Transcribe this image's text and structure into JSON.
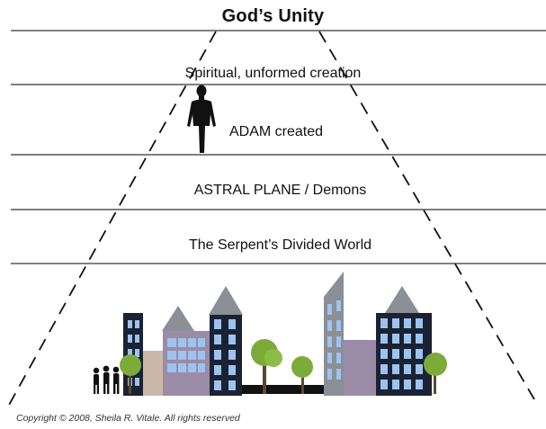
{
  "diagram": {
    "title": "God’s Unity",
    "levels": [
      {
        "label": "Spiritual, unformed creation"
      },
      {
        "label": "ADAM created"
      },
      {
        "label": "ASTRAL PLANE / Demons"
      },
      {
        "label": "The Serpent’s Divided World"
      }
    ],
    "copyright": "Copyright © 2008, Sheila R. Vitale.  All rights reserved",
    "colors": {
      "line": "#444444",
      "building_dark": "#1a2233",
      "window_blue": "#9dc3ee",
      "building_purple": "#9a8ca6",
      "roof_gray": "#8b8f96",
      "tree_green": "#7dab3a"
    },
    "figures": [
      "man-figure",
      "people-group",
      "city-skyline",
      "pyramid-dashed-lines"
    ]
  }
}
